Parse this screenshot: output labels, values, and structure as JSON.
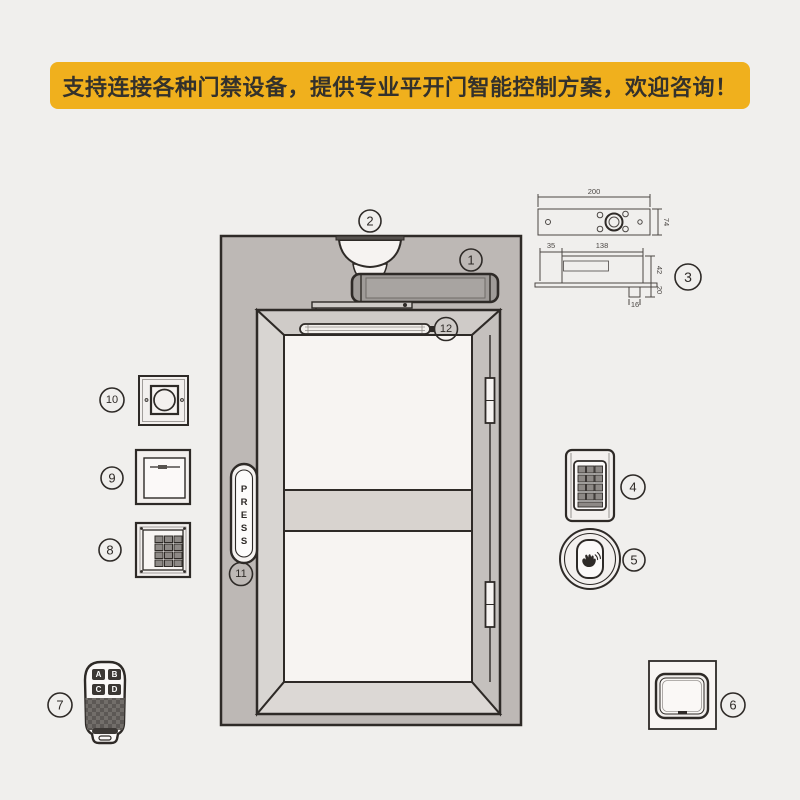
{
  "banner": {
    "text": "支持连接各种门禁设备，提供专业平开门智能控制方案，欢迎咨询！",
    "bg_color": "#F0B01D",
    "text_color": "#33312C"
  },
  "callouts": {
    "c1": "1",
    "c2": "2",
    "c3": "3",
    "c4": "4",
    "c5": "5",
    "c6": "6",
    "c7": "7",
    "c8": "8",
    "c9": "9",
    "c10": "10",
    "c11": "11",
    "c12": "12"
  },
  "press_bar": {
    "letters": [
      "P",
      "R",
      "E",
      "S",
      "S"
    ]
  },
  "remote": {
    "buttons": [
      "A",
      "B",
      "C",
      "D"
    ]
  },
  "drawing": {
    "dims": {
      "top_width": "200",
      "top_height": "74",
      "side_offset": "35",
      "side_length": "138",
      "side_height": "42",
      "side_depth": "20",
      "tab_width": "16"
    }
  },
  "icons": {
    "sensor_icon": "waving-hand-icon"
  },
  "colors": {
    "background": "#F0EFED",
    "ink": "#2E2A27",
    "wall": "#BDB8B5",
    "door_leaf": "#F7F4F2",
    "frame": "#D7D3D0",
    "operator": "#9F9B98"
  }
}
